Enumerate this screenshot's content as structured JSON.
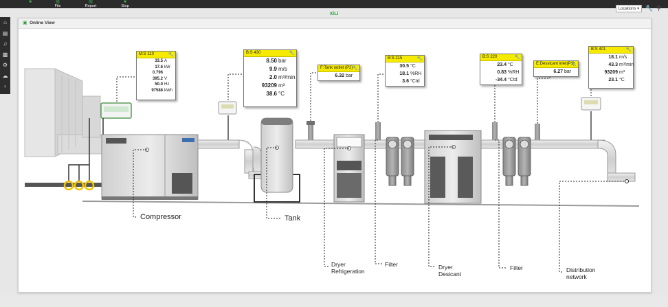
{
  "app": {
    "title": "XiLi"
  },
  "menu": {
    "file": {
      "label": "File",
      "icon": "▤"
    },
    "report": {
      "label": "Report",
      "icon": "▤"
    },
    "stop": {
      "label": "Stop",
      "icon": "■"
    }
  },
  "toolbar": {
    "locations_label": "Locations"
  },
  "sidebar": {
    "icons": [
      "home-icon",
      "document-icon",
      "bell-icon",
      "chart-icon",
      "gear-icon",
      "cloud-icon",
      "chevron-right-icon"
    ]
  },
  "panel": {
    "title": "Online View"
  },
  "sensors": {
    "ms110": {
      "title": "M:S 110",
      "rows": [
        {
          "v": "33.5",
          "u": "A"
        },
        {
          "v": "17.6",
          "u": "kW"
        },
        {
          "v": "0.796",
          "u": ""
        },
        {
          "v": "395.2",
          "u": "V"
        },
        {
          "v": "50.0",
          "u": "Hz"
        },
        {
          "v": "97588",
          "u": "kWh"
        }
      ]
    },
    "bs430": {
      "title": "B:S 430",
      "rows": [
        {
          "v": "8.50",
          "u": "bar"
        },
        {
          "v": "9.9",
          "u": "m/s"
        },
        {
          "v": "2.0",
          "u": "m³/min"
        },
        {
          "v": "93209",
          "u": "m³"
        },
        {
          "v": "38.6",
          "u": "°C"
        }
      ]
    },
    "ftank": {
      "title": "F:Tank outlet (P2)",
      "rows": [
        {
          "v": "6.32",
          "u": "bar"
        }
      ]
    },
    "bs215": {
      "title": "B:S 215",
      "rows": [
        {
          "v": "30.5",
          "u": "°C"
        },
        {
          "v": "18.1",
          "u": "%RH"
        },
        {
          "v": "3.6",
          "u": "°Ctd"
        }
      ]
    },
    "bs220": {
      "title": "B:S 220",
      "rows": [
        {
          "v": "23.4",
          "u": "°C"
        },
        {
          "v": "0.83",
          "u": "%RH"
        },
        {
          "v": "-34.4",
          "u": "°Ctd"
        }
      ]
    },
    "edes": {
      "title": "E:Dessicant inlet(P1)",
      "rows": [
        {
          "v": "6.27",
          "u": "bar"
        }
      ]
    },
    "bs401": {
      "title": "B:S 401",
      "rows": [
        {
          "v": "18.1",
          "u": "m/s"
        },
        {
          "v": "43.3",
          "u": "m³/min"
        },
        {
          "v": "93209",
          "u": "m³"
        },
        {
          "v": "23.1",
          "u": "°C"
        }
      ]
    }
  },
  "labels": {
    "compressor": "Compressor",
    "tank": "Tank",
    "dryer_ref_1": "Dryer",
    "dryer_ref_2": "Refrigeration",
    "filter1": "Filter",
    "dryer_des_1": "Dryer",
    "dryer_des_2": "Desicant",
    "filter2": "Filter",
    "dist_1": "Distribution",
    "dist_2": "network"
  },
  "colors": {
    "accent_green": "#2a9d3a",
    "sensor_header": "#f5ea00",
    "topbar": "#2b2b2b"
  }
}
